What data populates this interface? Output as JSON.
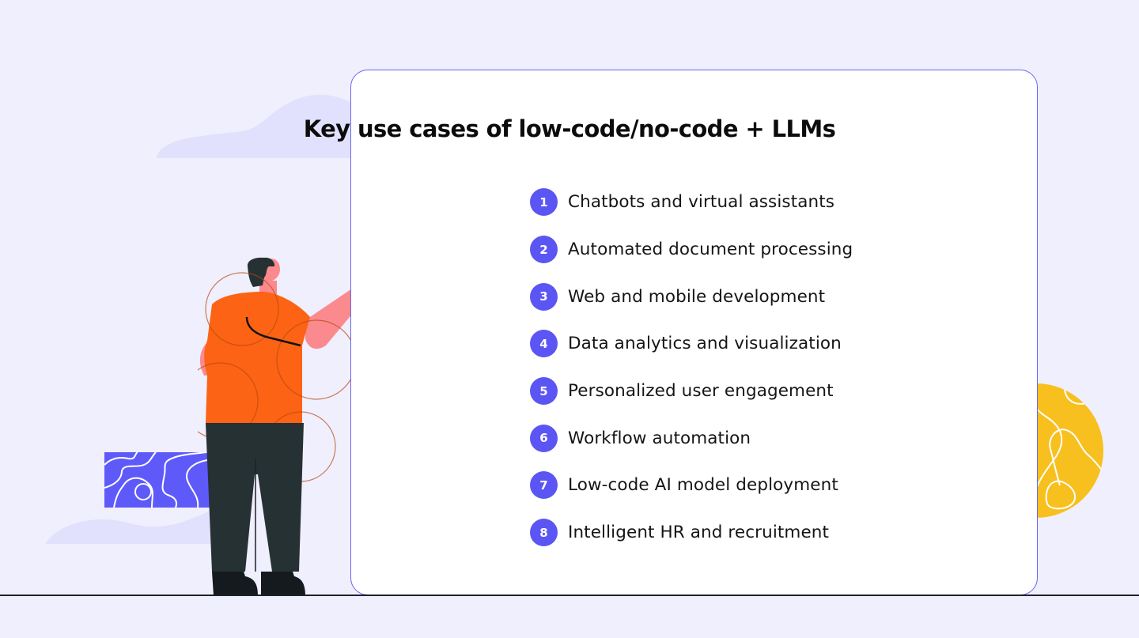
{
  "card": {
    "title": "Key use cases of low-code/no-code + LLMs"
  },
  "use_cases": [
    {
      "number": "1",
      "label": "Chatbots and virtual assistants"
    },
    {
      "number": "2",
      "label": "Automated document processing"
    },
    {
      "number": "3",
      "label": "Web and mobile development"
    },
    {
      "number": "4",
      "label": "Data analytics and visualization"
    },
    {
      "number": "5",
      "label": "Personalized user engagement"
    },
    {
      "number": "6",
      "label": "Workflow automation"
    },
    {
      "number": "7",
      "label": "Low-code AI model deployment"
    },
    {
      "number": "8",
      "label": "Intelligent HR and recruitment"
    }
  ],
  "colors": {
    "background": "#f0effd",
    "card_border": "#6a66f2",
    "badge": "#5b55f4",
    "shirt": "#fc6314",
    "pants": "#263134",
    "skin": "#fb8a8e",
    "yellow_globe": "#f8c01e",
    "purple_block": "#5e5afa",
    "cloud": "#e2e1fd"
  },
  "illustration": {
    "figure": "person-pointing",
    "decorations": [
      "cloud-shape",
      "topographic-rectangle",
      "topographic-globe"
    ]
  }
}
